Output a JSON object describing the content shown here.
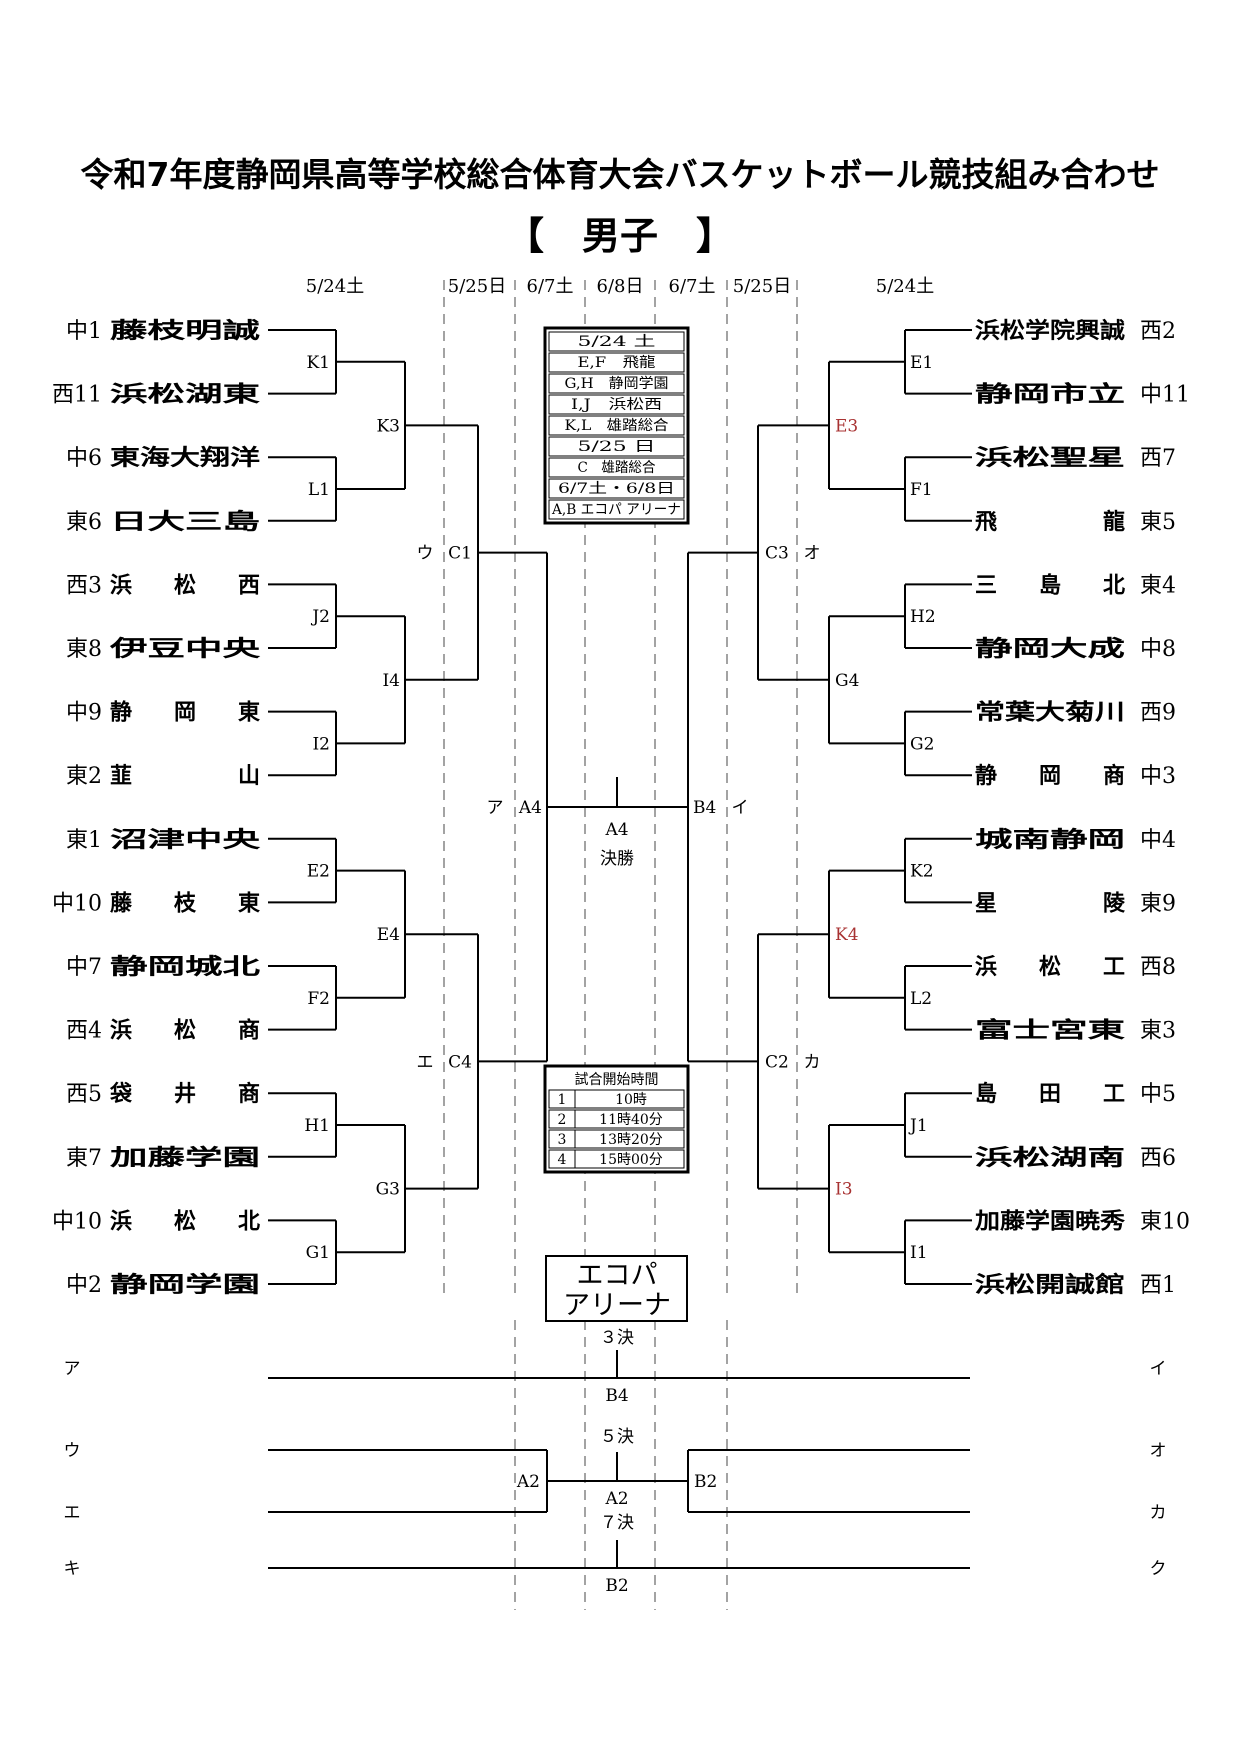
{
  "title": "令和7年度静岡県高等学校総合体育大会バスケットボール競技組み合わせ",
  "subtitle": "【　男子　】",
  "dates": [
    "5/24土",
    "5/25日",
    "6/7土",
    "6/8日",
    "6/7土",
    "5/25日",
    "5/24土"
  ],
  "left_teams": [
    {
      "seed": "中1",
      "name": "藤枝明誠"
    },
    {
      "seed": "西11",
      "name": "浜松湖東"
    },
    {
      "seed": "中6",
      "name": "東海大翔洋"
    },
    {
      "seed": "東6",
      "name": "日大三島"
    },
    {
      "seed": "西3",
      "name": "浜松西"
    },
    {
      "seed": "東8",
      "name": "伊豆中央"
    },
    {
      "seed": "中9",
      "name": "静岡東"
    },
    {
      "seed": "東2",
      "name": "韮山"
    },
    {
      "seed": "東1",
      "name": "沼津中央"
    },
    {
      "seed": "中10",
      "name": "藤枝東"
    },
    {
      "seed": "中7",
      "name": "静岡城北"
    },
    {
      "seed": "西4",
      "name": "浜松商"
    },
    {
      "seed": "西5",
      "name": "袋井商"
    },
    {
      "seed": "東7",
      "name": "加藤学園"
    },
    {
      "seed": "中10",
      "name": "浜松北"
    },
    {
      "seed": "中2",
      "name": "静岡学園"
    }
  ],
  "right_teams": [
    {
      "name": "浜松学院興誠",
      "seed": "西2"
    },
    {
      "name": "静岡市立",
      "seed": "中11"
    },
    {
      "name": "浜松聖星",
      "seed": "西7"
    },
    {
      "name": "飛龍",
      "seed": "東5"
    },
    {
      "name": "三島北",
      "seed": "東4"
    },
    {
      "name": "静岡大成",
      "seed": "中8"
    },
    {
      "name": "常葉大菊川",
      "seed": "西9"
    },
    {
      "name": "静岡商",
      "seed": "中3"
    },
    {
      "name": "城南静岡",
      "seed": "中4"
    },
    {
      "name": "星陵",
      "seed": "東9"
    },
    {
      "name": "浜松工",
      "seed": "西8"
    },
    {
      "name": "富士宮東",
      "seed": "東3"
    },
    {
      "name": "島田工",
      "seed": "中5"
    },
    {
      "name": "浜松湖南",
      "seed": "西6"
    },
    {
      "name": "加藤学園暁秀",
      "seed": "東10"
    },
    {
      "name": "浜松開誠館",
      "seed": "西1"
    }
  ],
  "left_r1": [
    "K1",
    "L1",
    "J2",
    "I2",
    "E2",
    "F2",
    "H1",
    "G1"
  ],
  "left_r2": [
    "K3",
    "I4",
    "E4",
    "G3"
  ],
  "left_r3": [
    "C1",
    "C4"
  ],
  "left_r3_marks": [
    "ウ",
    "エ"
  ],
  "right_r1": [
    "E1",
    "F1",
    "H2",
    "G2",
    "K2",
    "L2",
    "J1",
    "I1"
  ],
  "right_r2": [
    "E3",
    "G4",
    "K4",
    "I3"
  ],
  "right_r2_colors": [
    "#a83232",
    "#000000",
    "#a83232",
    "#a83232"
  ],
  "right_r3": [
    "C3",
    "C2"
  ],
  "right_r3_marks": [
    "オ",
    "カ"
  ],
  "semi_left": "A4",
  "semi_left_mark": "ア",
  "semi_right": "B4",
  "semi_right_mark": "イ",
  "final_code": "A4",
  "final_label": "決勝",
  "venue_box": [
    "5/24 土",
    "E,F　飛龍",
    "G,H　静岡学園",
    "I,J　浜松西",
    "K,L　雄踏総合",
    "5/25 日",
    "C　雄踏総合",
    "6/7土・6/8日",
    "A,B エコパ アリーナ"
  ],
  "time_box": {
    "header": "試合開始時間",
    "rows": [
      [
        "1",
        "10時"
      ],
      [
        "2",
        "11時40分"
      ],
      [
        "3",
        "13時20分"
      ],
      [
        "4",
        "15時00分"
      ]
    ]
  },
  "arena": [
    "エコパ",
    "アリーナ"
  ],
  "third": {
    "label": "３決",
    "code": "B4",
    "left": "ア",
    "right": "イ"
  },
  "fifth": {
    "label": "５決",
    "code": "A2",
    "left_code": "A2",
    "right_code": "B2"
  },
  "seventh": {
    "label": "７決",
    "code": "B2"
  },
  "bottom_left_marks": [
    "ウ",
    "エ",
    "キ"
  ],
  "bottom_right_marks": [
    "オ",
    "カ",
    "ク"
  ]
}
